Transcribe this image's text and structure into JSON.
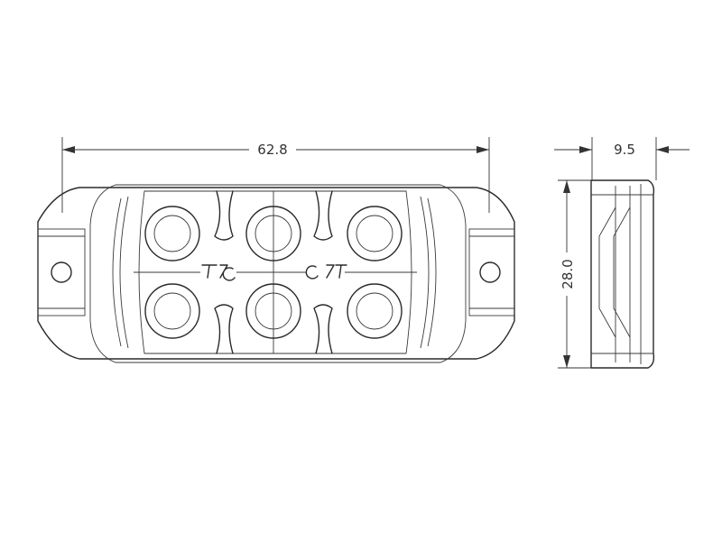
{
  "dimensions": {
    "width": "62.8",
    "depth": "9.5",
    "height": "28.0"
  },
  "views": {
    "front": {
      "led_count": 6,
      "mounting_holes": 2
    },
    "side": {}
  }
}
